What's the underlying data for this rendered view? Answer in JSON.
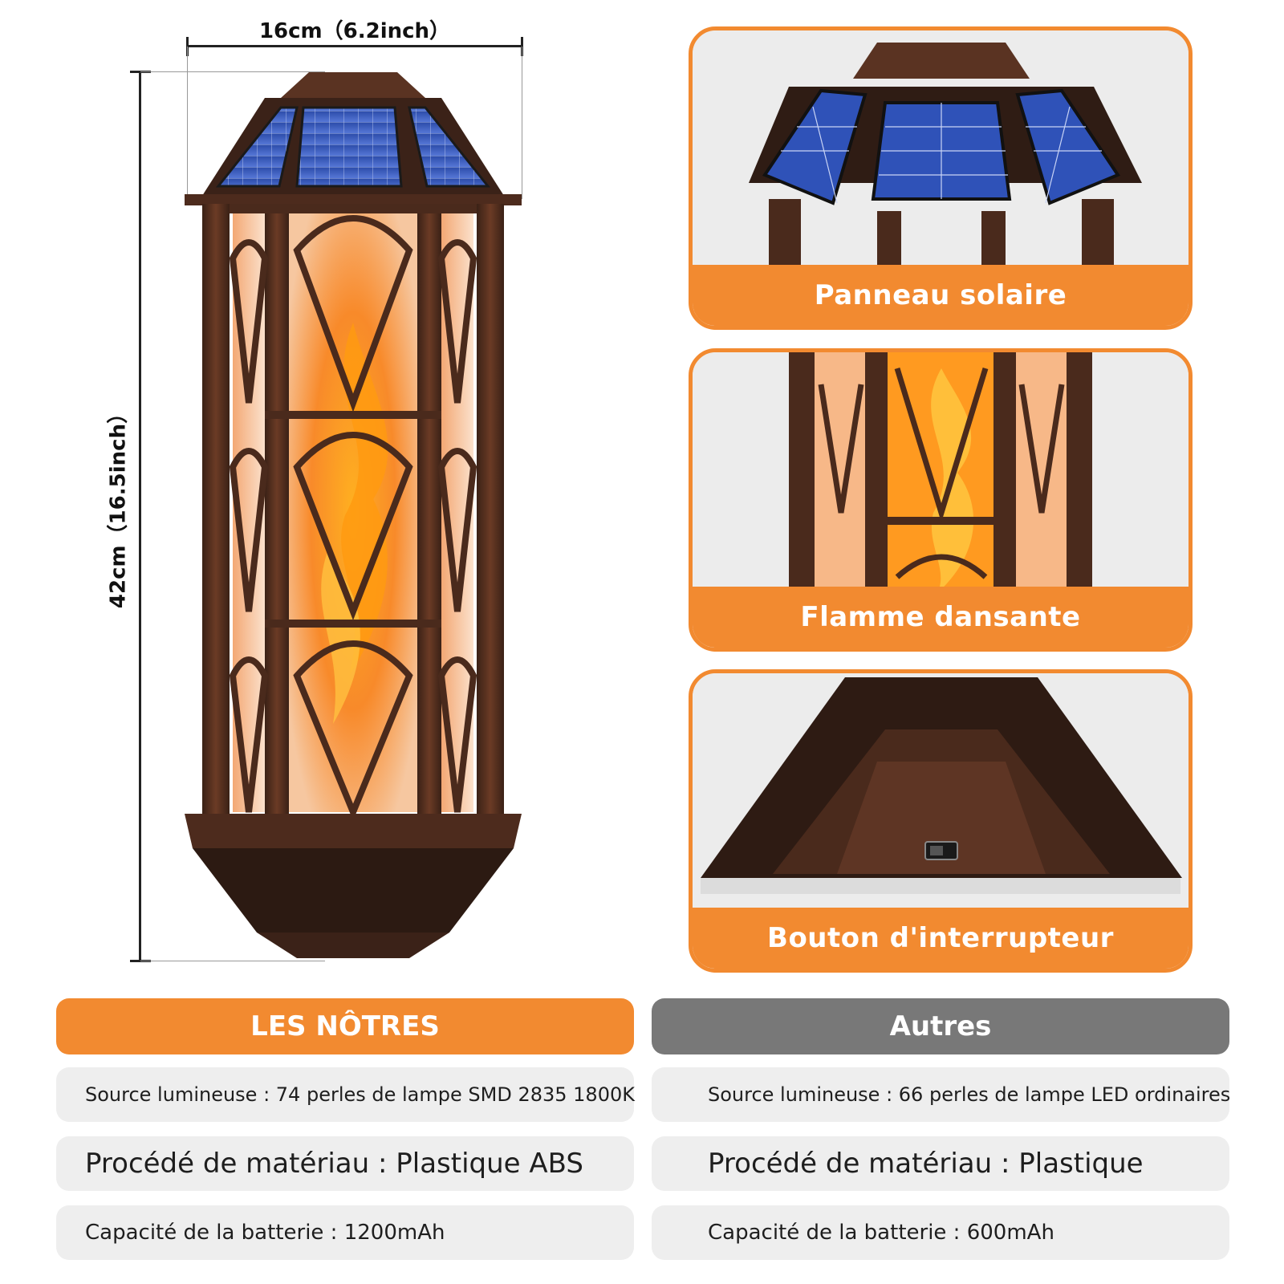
{
  "dimensions": {
    "width_label": "16cm（6.2inch）",
    "height_label": "42cm（16.5inch）"
  },
  "features": [
    {
      "label": "Panneau solaire",
      "icon": "solar-panel-icon"
    },
    {
      "label": "Flamme dansante",
      "icon": "flame-icon"
    },
    {
      "label": "Bouton d'interrupteur",
      "icon": "switch-icon"
    }
  ],
  "comparison": {
    "ours": {
      "title": "LES NÔTRES",
      "rows": [
        "Source lumineuse : 74 perles de lampe SMD 2835 1800K",
        "Procédé de matériau : Plastique ABS",
        "Capacité de la batterie : 1200mAh"
      ]
    },
    "others": {
      "title": "Autres",
      "rows": [
        "Source lumineuse : 66 perles de lampe LED ordinaires",
        "Procédé de matériau : Plastique",
        "Capacité de la batterie : 600mAh"
      ]
    }
  },
  "colors": {
    "accent_orange": "#f28a30",
    "others_gray": "#787878",
    "row_bg": "#eeeeee",
    "bronze": "#4a2a1c"
  }
}
